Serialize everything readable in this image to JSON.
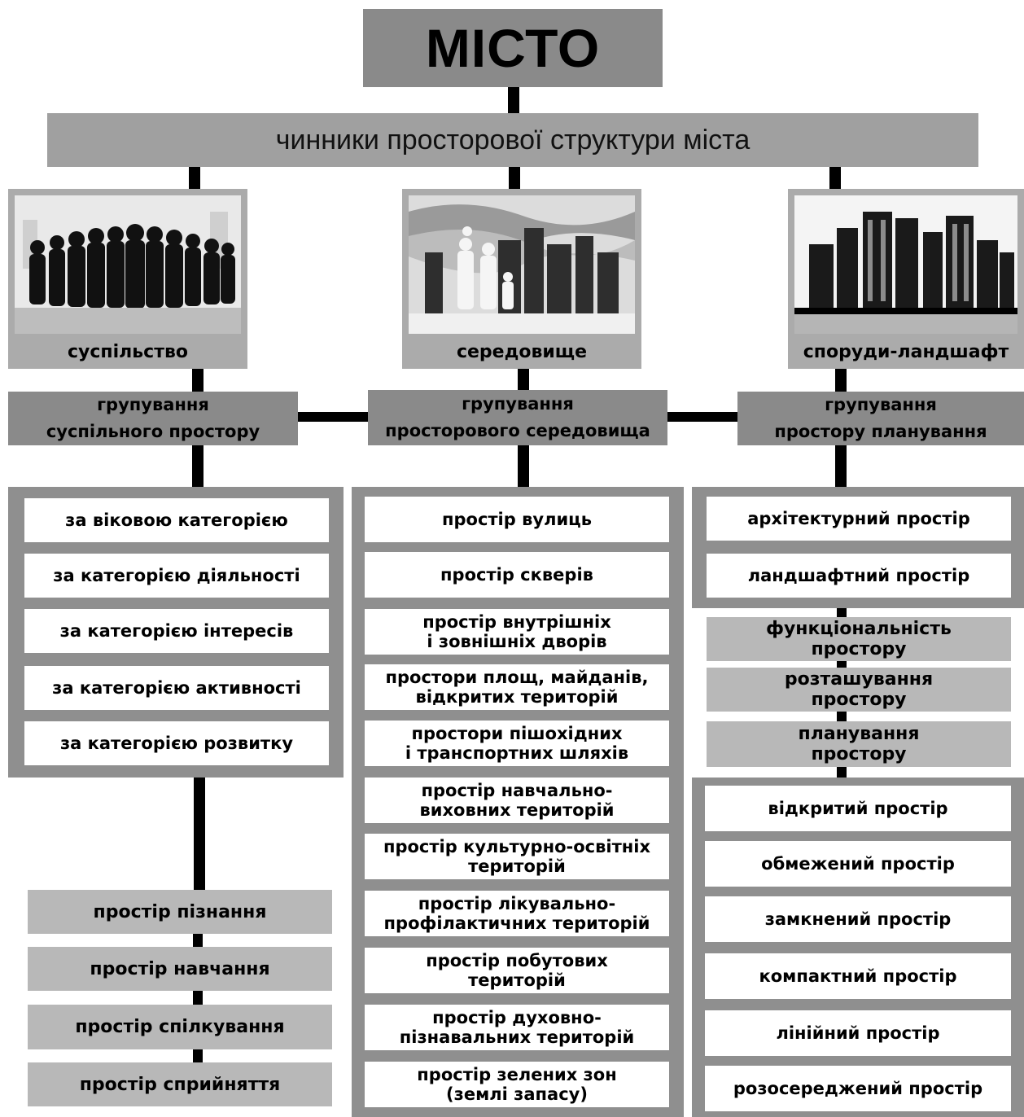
{
  "title": "МІСТО",
  "subtitle": "чинники просторової структури міста",
  "categories": [
    {
      "label": "суспільство",
      "image": "crowd-silhouette-image"
    },
    {
      "label": "середовище",
      "image": "family-in-city-image"
    },
    {
      "label": "споруди-ландшафт",
      "image": "skyline-image"
    }
  ],
  "groups": [
    {
      "line1": "групування",
      "line2": "суспільного простору"
    },
    {
      "line1": "групування",
      "line2": "просторового середовища"
    },
    {
      "line1": "групування",
      "line2": "простору планування"
    }
  ],
  "social_items": [
    "за віковою категорією",
    "за категорією діяльності",
    "за категорією інтересів",
    "за категорією активності",
    "за категорією розвитку"
  ],
  "social_spaces": [
    "простір пізнання",
    "простір навчання",
    "простір спілкування",
    "простір сприйняття"
  ],
  "environment_items": [
    "простір вулиць",
    "простір скверів",
    "простір внутрішніх\nі зовнішніх дворів",
    "простори площ, майданів,\nвідкритих територій",
    "простори пішохідних\nі транспортних шляхів",
    "простір навчально-\nвиховних територій",
    "простір культурно-освітніх\nтериторій",
    "простір лікувально-\nпрофілактичних територій",
    "простір побутових\nтериторій",
    "простір духовно-\nпізнавальних територій",
    "простір зелених зон\n(землі запасу)"
  ],
  "planning_items": [
    "архітектурний простір",
    "ландшафтний простір"
  ],
  "planning_factors": [
    "функціональність\nпростору",
    "розташування\nпростору",
    "планування\nпростору"
  ],
  "planning_types": [
    "відкритий простір",
    "обмежений простір",
    "замкнений простір",
    "компактний простір",
    "лінійний простір",
    "розосереджений простір"
  ]
}
